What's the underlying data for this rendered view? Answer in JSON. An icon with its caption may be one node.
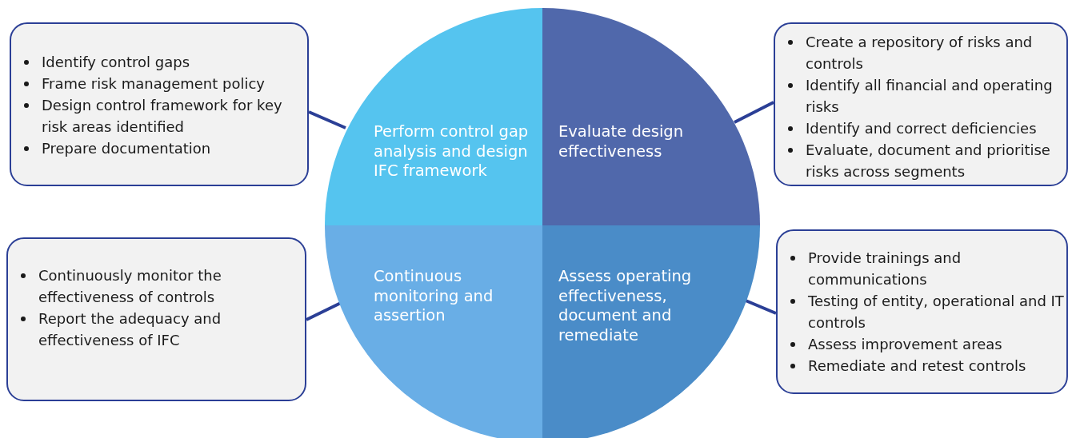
{
  "diagram": {
    "nodes": [
      {
        "text": [
          "Identify control gaps",
          "Frame risk management policy",
          "Design control framework for key risk areas identified",
          "Prepare documentation"
        ]
      },
      {
        "text": [
          "Perform control gap analysis and design IFC framework"
        ]
      },
      {
        "text": [
          "Evaluate design effectiveness"
        ]
      },
      {
        "text": [
          "Create a repository of risks and controls",
          "Identify all financial and operating risks",
          "Identify and correct deficiencies",
          "Evaluate, document and prioritise risks across segments"
        ]
      },
      {
        "text": [
          "Continuously monitor the effectiveness of controls",
          "Report the adequacy and effectiveness of IFC"
        ]
      },
      {
        "text": [
          "Continuous monitoring and assertion"
        ]
      },
      {
        "text": [
          "Assess operating effectiveness, document and remediate"
        ]
      },
      {
        "text": [
          "Provide trainings and communications",
          "Testing of entity, operational and IT controls",
          "Assess improvement areas",
          "Remediate and retest controls"
        ]
      }
    ],
    "edges": [
      {
        "from": 0,
        "to": 1,
        "arrow": "none"
      },
      {
        "from": 2,
        "to": 3,
        "arrow": "none"
      },
      {
        "from": 4,
        "to": 5,
        "arrow": "none"
      },
      {
        "from": 6,
        "to": 7,
        "arrow": "none"
      }
    ]
  }
}
